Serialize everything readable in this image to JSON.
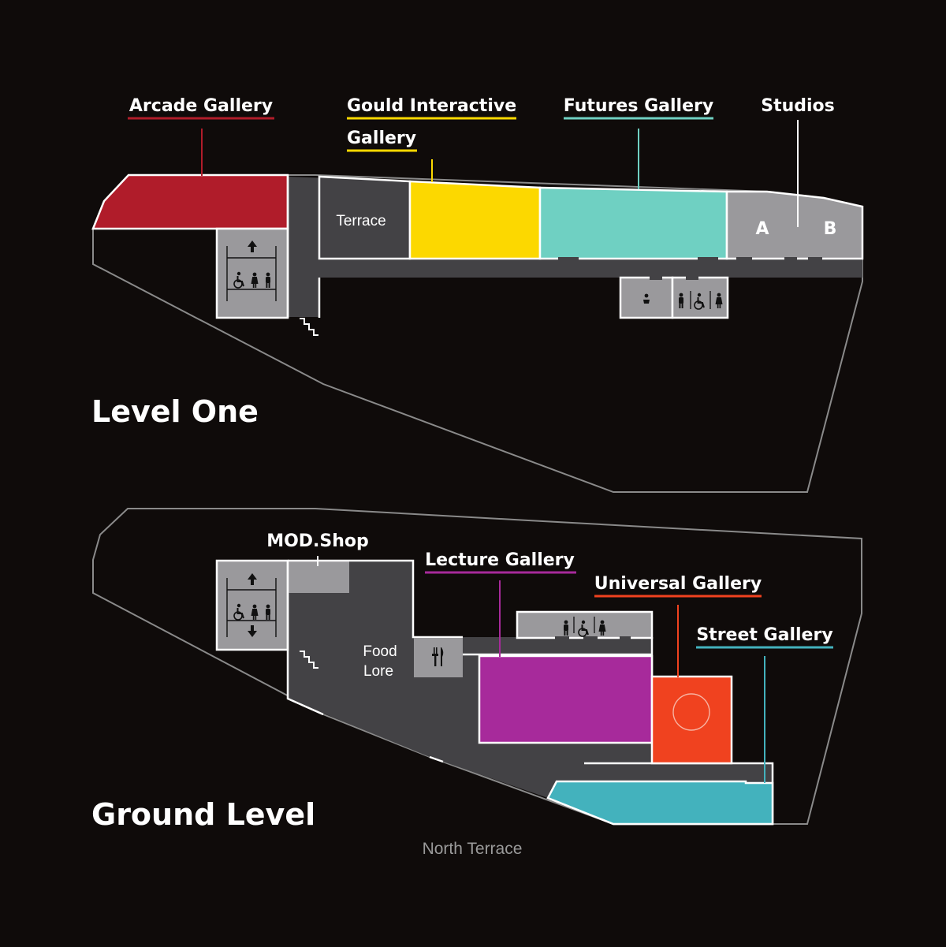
{
  "levels": {
    "level_one": {
      "title": "Level One",
      "galleries": {
        "arcade": {
          "label": "Arcade Gallery",
          "color": "#b01c2a"
        },
        "gould_line1": "Gould Interactive",
        "gould_line2": "Gallery",
        "gould_color": "#fcd800",
        "futures": {
          "label": "Futures Gallery",
          "color": "#6fd0c2"
        },
        "studios": {
          "label": "Studios",
          "color": "#9a999c"
        }
      },
      "rooms": {
        "terrace": "Terrace",
        "studio_a": "A",
        "studio_b": "B"
      }
    },
    "ground_level": {
      "title": "Ground Level",
      "galleries": {
        "mod_shop": {
          "label": "MOD.Shop",
          "color": "#9a999c"
        },
        "lecture": {
          "label": "Lecture Gallery",
          "color": "#a72a9b"
        },
        "universal": {
          "label": "Universal Gallery",
          "color": "#f0421f"
        },
        "street": {
          "label": "Street Gallery",
          "color": "#43b2bd"
        }
      },
      "rooms": {
        "food_lore_line1": "Food",
        "food_lore_line2": "Lore"
      },
      "street_name": "North Terrace"
    }
  },
  "colors": {
    "background": "#0f0b0a",
    "floor": "#434245",
    "service": "#9a999c",
    "outline": "#8a8a8a"
  },
  "icons": [
    "elevator-icon",
    "accessible-toilet-icon",
    "male-toilet-icon",
    "female-toilet-icon",
    "baby-change-icon",
    "stairs-icon",
    "cafe-cutlery-icon"
  ]
}
